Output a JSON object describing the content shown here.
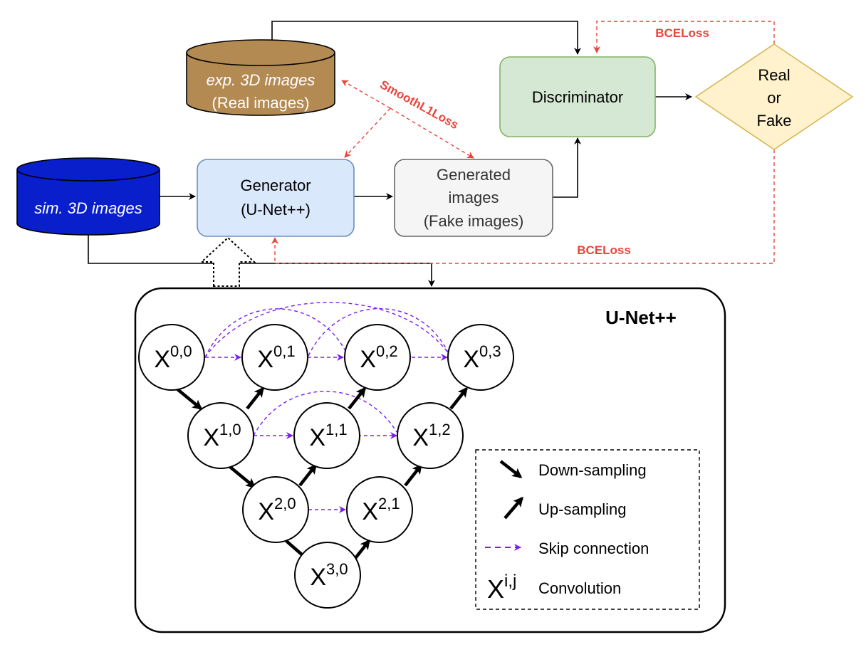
{
  "gan": {
    "real_db": {
      "line1": "exp. 3D images",
      "line2": "(Real images)"
    },
    "sim_db": {
      "label": "sim. 3D images"
    },
    "generator": {
      "line1": "Generator",
      "line2": "(U-Net++)"
    },
    "generated": {
      "line1": "Generated",
      "line2": "images",
      "line3": "(Fake images)"
    },
    "discriminator": {
      "label": "Discriminator"
    },
    "decision": {
      "line1": "Real",
      "line2": "or",
      "line3": "Fake"
    },
    "losses": {
      "bce_top": "BCELoss",
      "bce_bottom": "BCELoss",
      "smooth_l1": "SmoothL1Loss"
    }
  },
  "unet": {
    "title": "U-Net++",
    "nodes": [
      {
        "base": "X",
        "sup": "0,0"
      },
      {
        "base": "X",
        "sup": "0,1"
      },
      {
        "base": "X",
        "sup": "0,2"
      },
      {
        "base": "X",
        "sup": "0,3"
      },
      {
        "base": "X",
        "sup": "1,0"
      },
      {
        "base": "X",
        "sup": "1,1"
      },
      {
        "base": "X",
        "sup": "1,2"
      },
      {
        "base": "X",
        "sup": "2,0"
      },
      {
        "base": "X",
        "sup": "2,1"
      },
      {
        "base": "X",
        "sup": "3,0"
      }
    ]
  },
  "legend": {
    "down": "Down-sampling",
    "up": "Up-sampling",
    "skip": "Skip connection",
    "conv_symbol_base": "X",
    "conv_symbol_sup": "i,j",
    "conv": "Convolution"
  },
  "colors": {
    "real_db": "#B48A53",
    "sim_db": "#0A1FCC",
    "generator_fill": "#DAE8FC",
    "generator_stroke": "#6C8EBF",
    "generated_fill": "#F5F5F5",
    "discriminator_fill": "#D5E8D4",
    "discriminator_stroke": "#82B366",
    "decision_fill": "#FFF2CC",
    "decision_stroke": "#D6B656",
    "loss": "#E8453C",
    "skip": "#7A1FF0"
  }
}
